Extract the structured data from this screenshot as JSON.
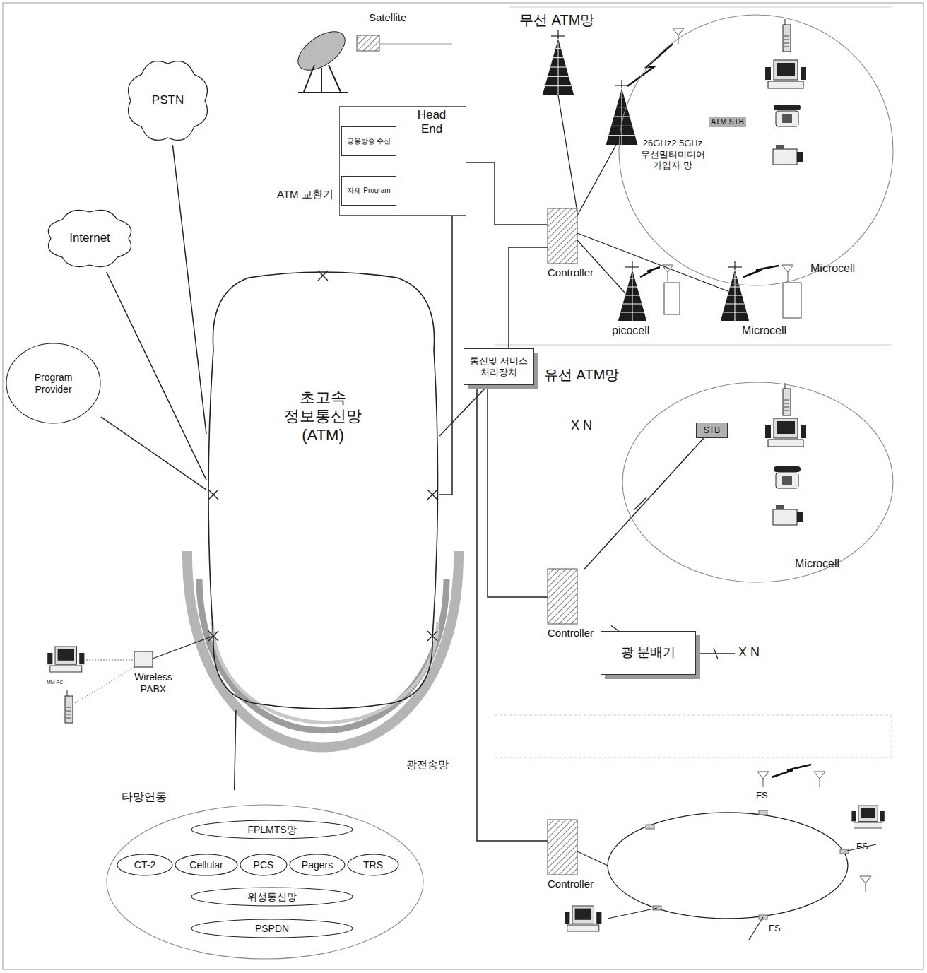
{
  "diagram": {
    "nodes": [
      {
        "text": [
          "PSTN"
        ]
      },
      {
        "text": [
          "Internet"
        ]
      },
      {
        "text": [
          "Head End"
        ]
      },
      {
        "text": [
          "공용방송 수신"
        ],
        "in": 2
      },
      {
        "text": [
          "자체 Program"
        ],
        "in": 2
      },
      {
        "text": [
          "Microcell"
        ]
      },
      {
        "text": [
          "Controller"
        ]
      },
      {
        "text": [
          "Program Provider"
        ]
      },
      {
        "text": [
          "통신및 서비스 처리장치"
        ]
      },
      {
        "text": [
          "초고속 정보통신망 (ATM)"
        ]
      },
      {
        "text": [
          "Microcell"
        ]
      },
      {
        "text": [
          "STB"
        ],
        "in": 10
      },
      {
        "text": [
          "Controller"
        ]
      },
      {
        "text": [
          "광 분배기"
        ]
      },
      {
        "text": [
          "Controller"
        ]
      },
      {
        "text": [
          "타망연동"
        ]
      },
      {
        "text": [
          "FPLMTS망"
        ],
        "in": 15
      },
      {
        "text": [
          "CT-2"
        ],
        "in": 15
      },
      {
        "text": [
          "Cellular"
        ],
        "in": 15
      },
      {
        "text": [
          "PCS"
        ],
        "in": 15
      },
      {
        "text": [
          "Pagers"
        ],
        "in": 15
      },
      {
        "text": [
          "TRS"
        ],
        "in": 15
      },
      {
        "text": [
          "위성통신망"
        ],
        "in": 15
      },
      {
        "text": [
          "PSPDN"
        ],
        "in": 15
      }
    ],
    "edges": [
      {
        "from": 1,
        "to": 9,
        "arrow": "none"
      },
      {
        "from": 0,
        "to": 9,
        "arrow": "none"
      },
      {
        "from": 7,
        "to": 9,
        "arrow": "none"
      },
      {
        "from": 2,
        "to": 9,
        "arrow": "none"
      },
      {
        "from": 8,
        "to": 9,
        "arrow": "none"
      },
      {
        "from": 2,
        "to": 6,
        "arrow": "none"
      },
      {
        "from": 8,
        "to": 6,
        "arrow": "none"
      },
      {
        "from": 8,
        "to": 12,
        "arrow": "none"
      },
      {
        "from": 8,
        "to": 14,
        "arrow": "none"
      },
      {
        "from": 12,
        "to": 11,
        "arrow": "none"
      },
      {
        "from": 12,
        "to": 13,
        "arrow": "none"
      },
      {
        "from": 15,
        "to": 9,
        "arrow": "none"
      }
    ],
    "labels": [
      "Satellite",
      "ATM 교환기",
      "무선 ATM망",
      "26GHz2.5GHz 무선멀티미디어 가입자 망",
      "ATM STB",
      "picocell",
      "Microcell",
      "유선 ATM망",
      "X N",
      "X N",
      "MM PC",
      "Wireless PABX",
      "광전송망",
      "FS",
      "FS",
      "FS"
    ]
  }
}
